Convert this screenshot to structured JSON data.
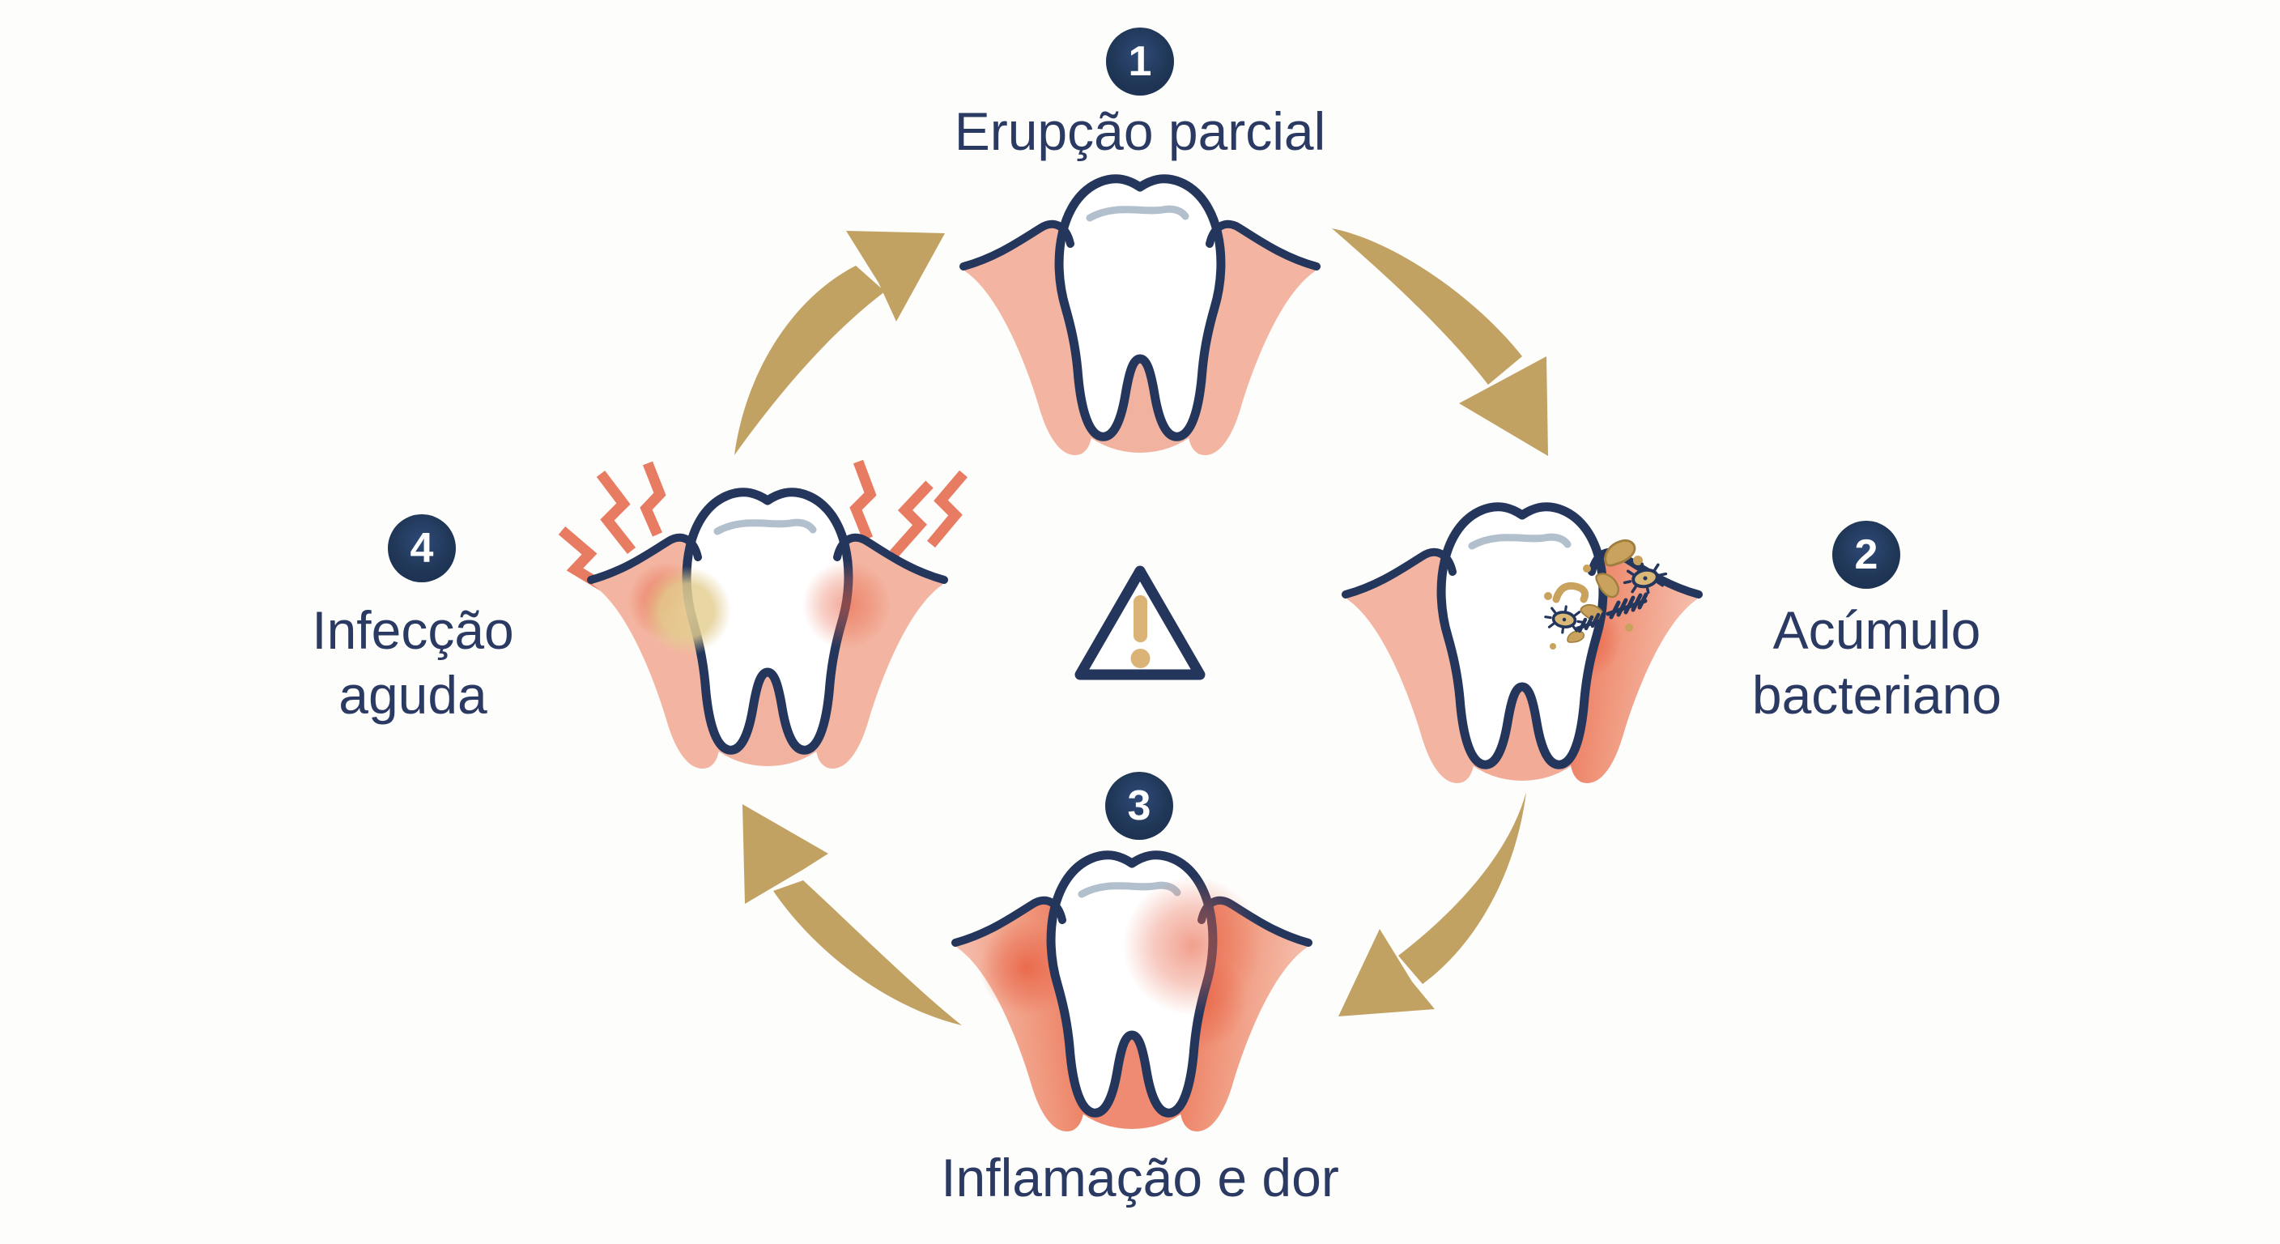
{
  "diagram": {
    "name": "pericoronitis-cycle",
    "center_icon": "warning-triangle",
    "steps": [
      {
        "number": "1",
        "label": "Erupção parcial",
        "lines": [
          "Erupção parcial"
        ],
        "position": "top"
      },
      {
        "number": "2",
        "label": "Acúmulo bacteriano",
        "lines": [
          "Acúmulo",
          "bacteriano"
        ],
        "position": "right"
      },
      {
        "number": "3",
        "label": "Inflamação e dor",
        "lines": [
          "Inflamação e dor"
        ],
        "position": "bottom"
      },
      {
        "number": "4",
        "label": "Infecção aguda",
        "lines": [
          "Infecção",
          "aguda"
        ],
        "position": "left"
      }
    ],
    "colors": {
      "navy_outline": "#24365c",
      "badge_navy": "#1d3150",
      "text_navy": "#2b3a63",
      "gold_arrow": "#c2a263",
      "gum_salmon": "#f3b5a1",
      "inflamed_red": "#e96a4e",
      "pain_coral": "#e87c62",
      "bacteria_tan": "#c9a25d",
      "abscess_yellow": "#e4cf96",
      "tooth_highlight_gray": "#b2bfcd",
      "background": "#fdfdfb"
    }
  }
}
